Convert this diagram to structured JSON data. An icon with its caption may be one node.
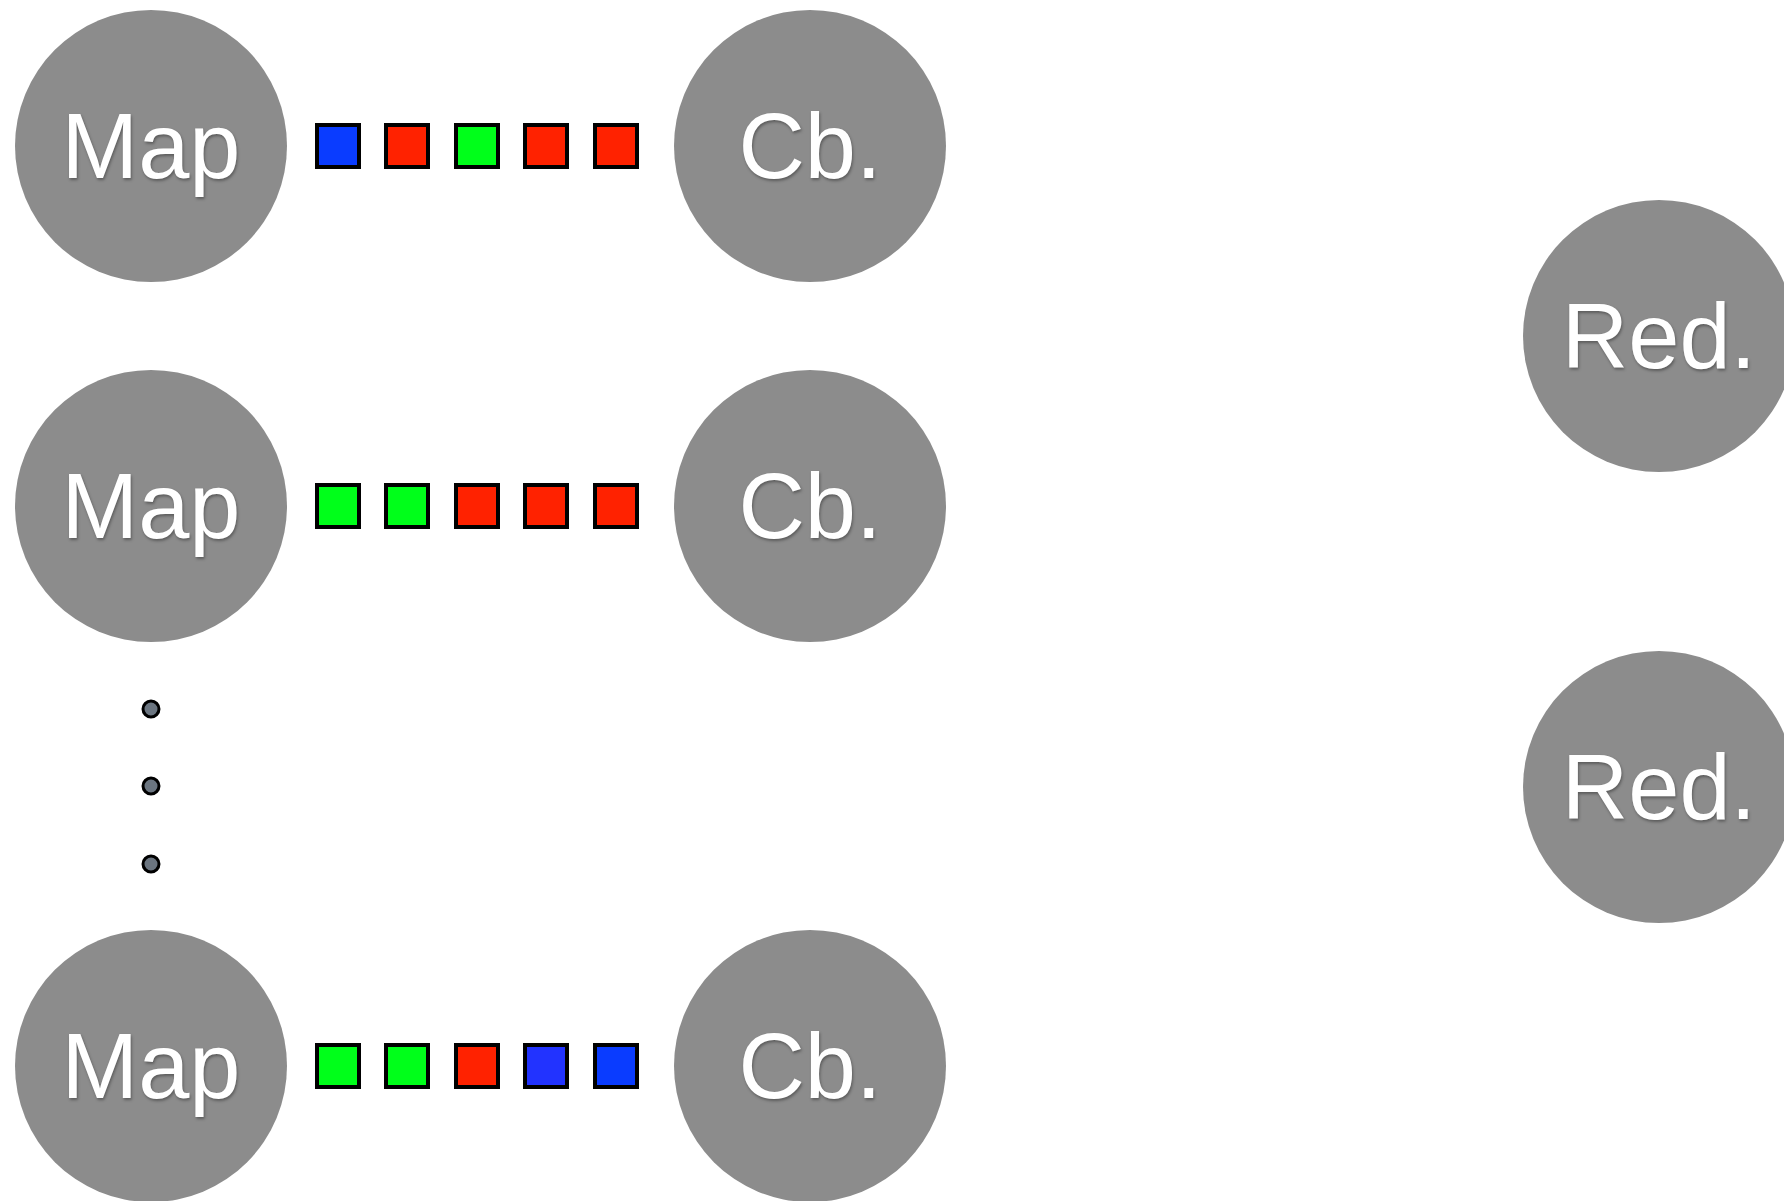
{
  "diagram": {
    "nodes": [
      {
        "text": [
          "Map"
        ]
      },
      {
        "text": [],
        "shape": "box"
      },
      {
        "text": [],
        "shape": "box"
      },
      {
        "text": [],
        "shape": "box"
      },
      {
        "text": [],
        "shape": "box"
      },
      {
        "text": [],
        "shape": "box"
      },
      {
        "text": [
          "Cb."
        ]
      },
      {
        "text": [
          "Red."
        ]
      },
      {
        "text": [
          "Map"
        ]
      },
      {
        "text": [],
        "shape": "box"
      },
      {
        "text": [],
        "shape": "box"
      },
      {
        "text": [],
        "shape": "box"
      },
      {
        "text": [],
        "shape": "box"
      },
      {
        "text": [],
        "shape": "box"
      },
      {
        "text": [
          "Cb."
        ]
      },
      {
        "text": [
          "Red."
        ]
      },
      {
        "text": [
          "Map"
        ]
      },
      {
        "text": [],
        "shape": "box"
      },
      {
        "text": [],
        "shape": "box"
      },
      {
        "text": [],
        "shape": "box"
      },
      {
        "text": [],
        "shape": "box"
      },
      {
        "text": [],
        "shape": "box"
      },
      {
        "text": [
          "Cb."
        ]
      }
    ]
  }
}
